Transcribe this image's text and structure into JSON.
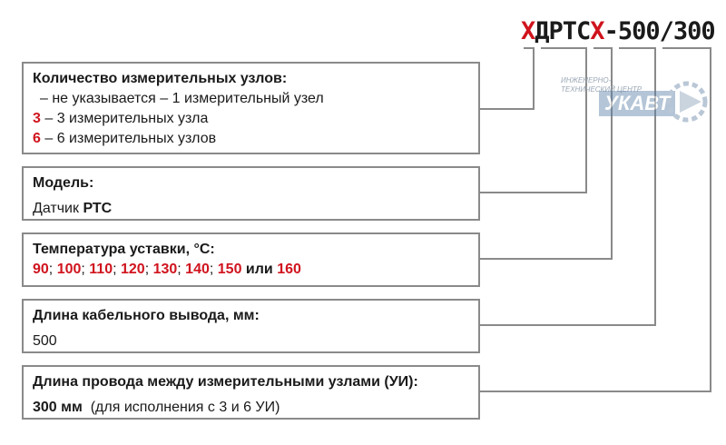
{
  "code": {
    "seg_x1": "Х",
    "seg_main": "ДРТС",
    "seg_x2": "Х",
    "seg_tail": "-500/300"
  },
  "logo": {
    "small_text": "ИНЖЕНЕРНО-ТЕХНИЧЕСКИЙ ЦЕНТР",
    "main_text": "УКАВТ"
  },
  "boxes": {
    "nodes": {
      "title": "Количество измерительных узлов:",
      "line1": "– не указывается – 1 измерительный узел",
      "line2_num": "3",
      "line2_text": " – 3 измерительных узла",
      "line3_num": "6",
      "line3_text": " – 6 измерительных узлов"
    },
    "model": {
      "title": "Модель:",
      "value_prefix": "Датчик ",
      "value_bold": "РТС"
    },
    "temp": {
      "title": "Температура уставки, °С:",
      "values": [
        "90",
        "100",
        "110",
        "120",
        "130",
        "140",
        "150"
      ],
      "sep": "; ",
      "or_word": " или ",
      "last": "160"
    },
    "cable": {
      "title": "Длина кабельного вывода, мм:",
      "value": "500"
    },
    "wire": {
      "title": "Длина провода между измерительными узлами (УИ):",
      "value_bold": "300 мм",
      "value_note": "  (для исполнения с 3 и 6 УИ)"
    }
  },
  "colors": {
    "accent_red": "#d0141e",
    "border_gray": "#8a8a8a"
  }
}
